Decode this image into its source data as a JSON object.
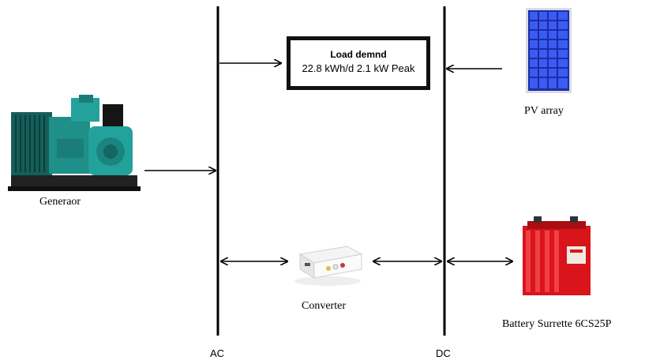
{
  "diagram": {
    "buses": {
      "ac_label": "AC",
      "dc_label": "DC"
    },
    "load": {
      "title": "Load demnd",
      "value": "22.8 kWh/d 2.1 kW Peak"
    },
    "components": {
      "generator_label": "Generaor",
      "pv_label": "PV array",
      "converter_label": "Converter",
      "battery_label": "Battery  Surrette 6CS25P"
    },
    "colors": {
      "generator": "#1f8f8a",
      "pv_cells": "#2747e0",
      "battery": "#e0141a",
      "lines": "#000000"
    },
    "icons": [
      "generator-icon",
      "solar-panel-icon",
      "converter-icon",
      "battery-icon"
    ]
  }
}
